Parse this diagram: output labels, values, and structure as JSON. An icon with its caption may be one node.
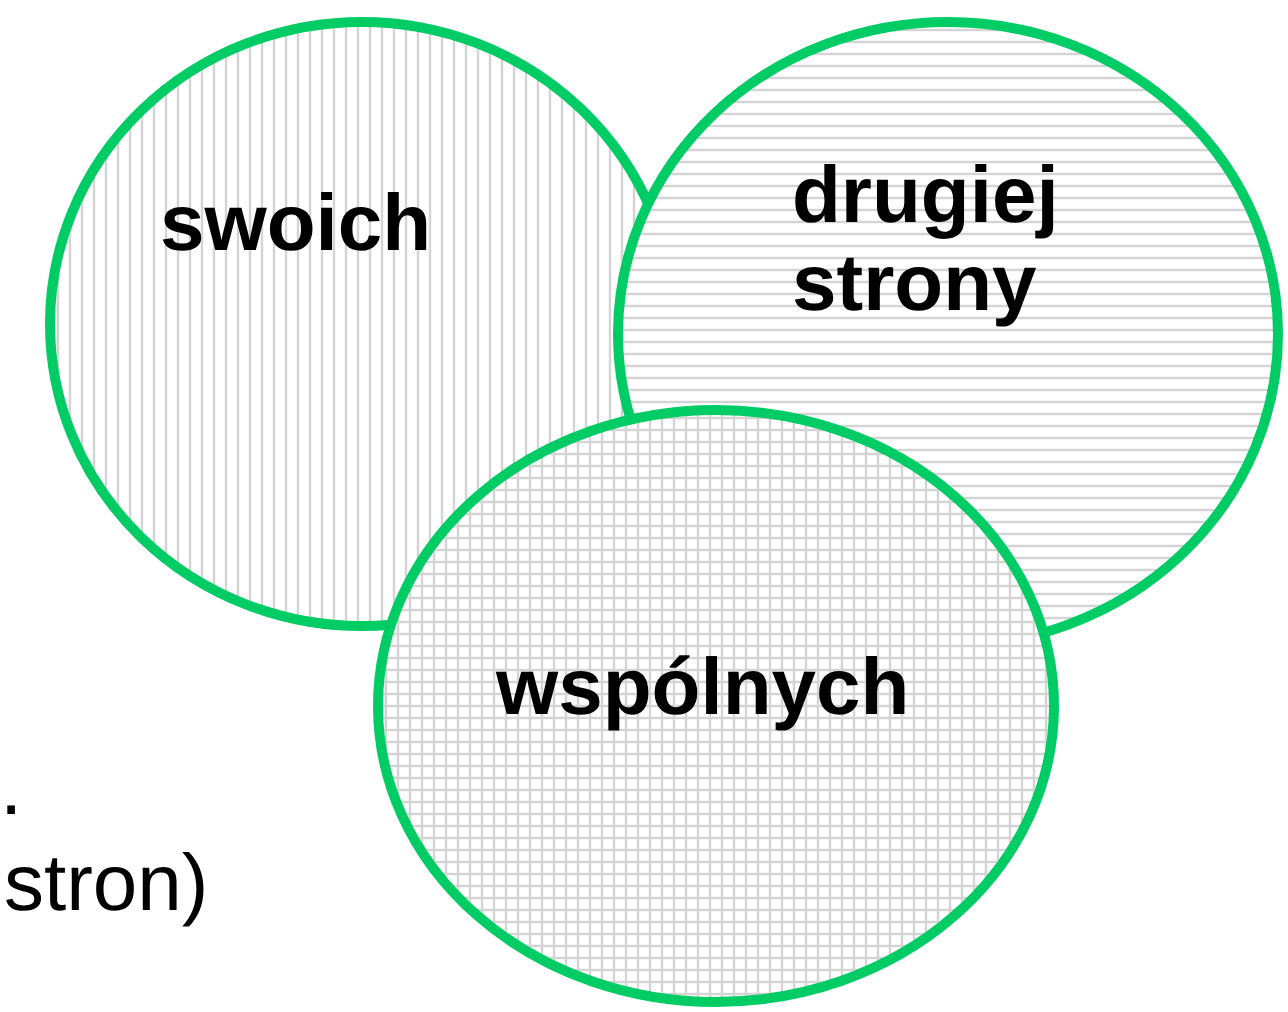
{
  "diagram": {
    "nodes": [
      {
        "text": [
          "swoich"
        ]
      },
      {
        "text": [
          "drugiej strony"
        ]
      },
      {
        "text": [
          "wspólnych"
        ]
      }
    ],
    "labels": [
      ".",
      "stron)"
    ]
  }
}
